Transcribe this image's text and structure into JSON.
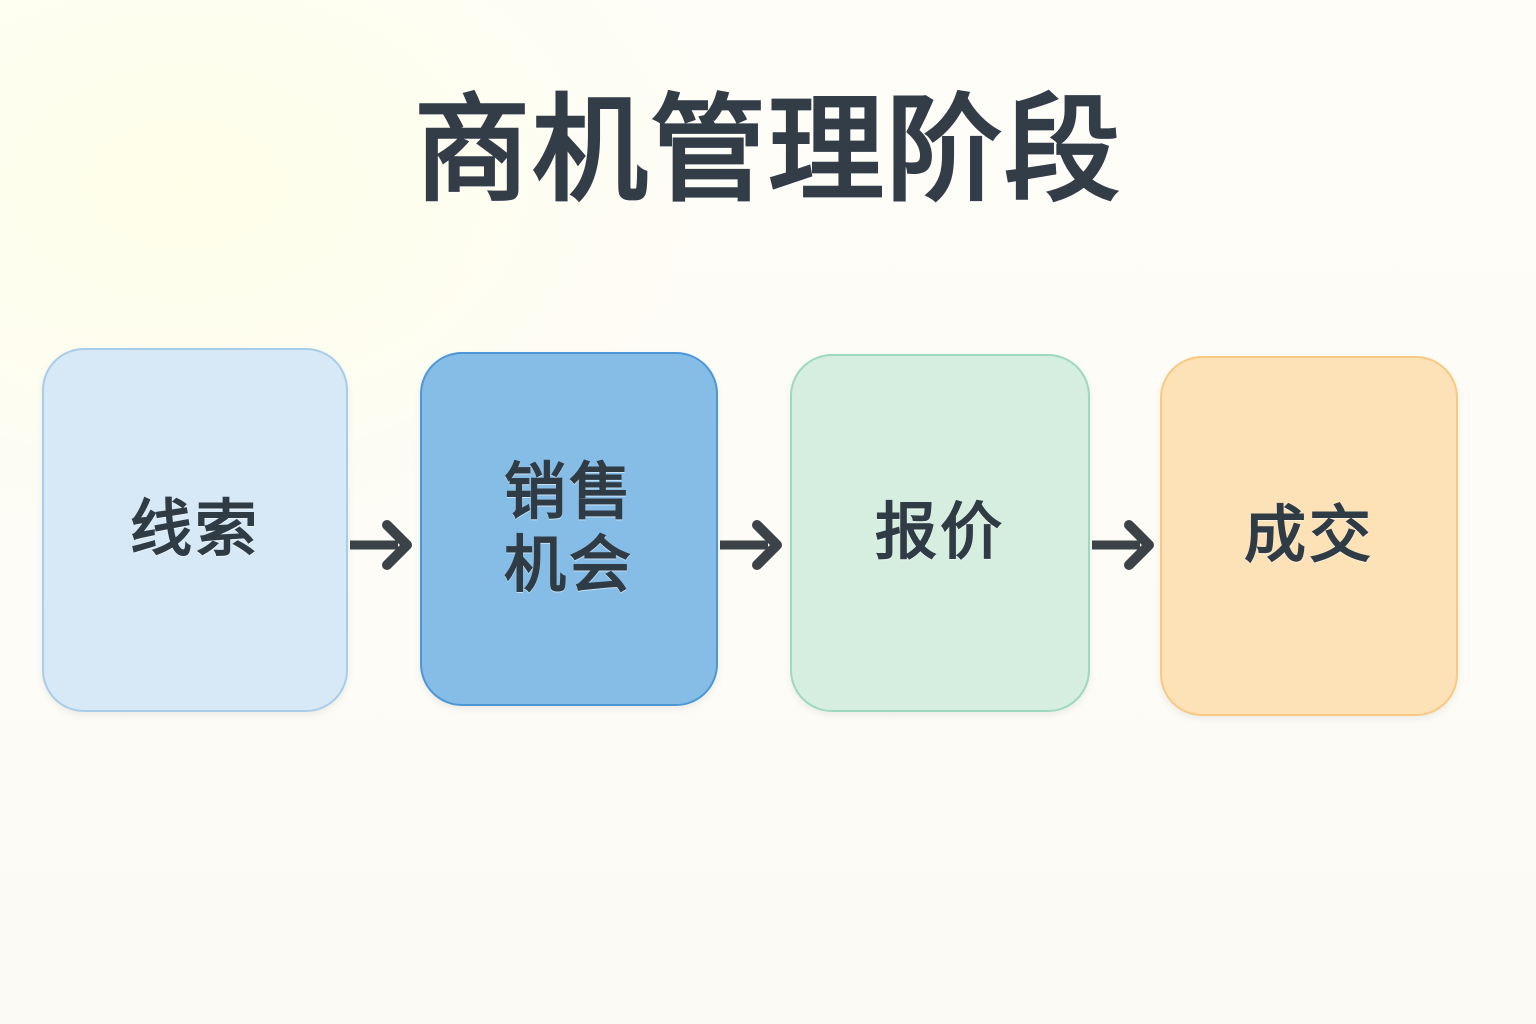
{
  "page": {
    "title": "商机管理阶段",
    "background_color": "#fdfdf6",
    "title_color": "#333d47"
  },
  "diagram": {
    "type": "horizontal-flow",
    "arrow_color": "#3c4348",
    "arrow_glyph": "right-arrow",
    "stages": [
      {
        "id": "lead",
        "label": "线索",
        "fill": "#d7e8f6",
        "border": "#a9cde8",
        "text_color": "#2f3b45"
      },
      {
        "id": "sales-opportunity",
        "label": "销售\n机会",
        "fill": "#86bde6",
        "border": "#4e97d6",
        "text_color": "#2f3b45"
      },
      {
        "id": "quote",
        "label": "报价",
        "fill": "#d5eee0",
        "border": "#9ed9bf",
        "text_color": "#2f3b45"
      },
      {
        "id": "closed-deal",
        "label": "成交",
        "fill": "#fde2b8",
        "border": "#f8c983",
        "text_color": "#2f3b45"
      }
    ],
    "connectors": [
      {
        "from": "lead",
        "to": "sales-opportunity",
        "glyph": "→"
      },
      {
        "from": "sales-opportunity",
        "to": "quote",
        "glyph": "→"
      },
      {
        "from": "quote",
        "to": "closed-deal",
        "glyph": "→"
      }
    ]
  }
}
